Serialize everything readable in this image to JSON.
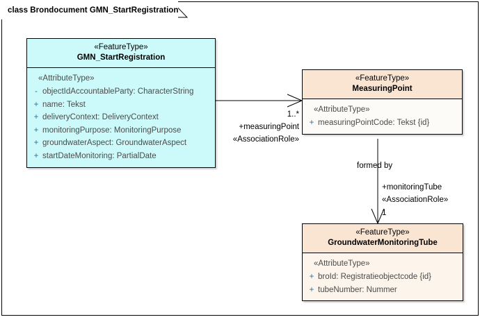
{
  "diagram": {
    "frame_title": "class Brondocument GMN_StartRegistration",
    "colors": {
      "cyan_fill": "#CCFAFA",
      "peach_header": "#FAE5D3",
      "peach_body": "#FDFBF7",
      "peach_body_alt": "#FDF5EC",
      "border": "#000000",
      "attribute_text": "#4A4A4A",
      "visibility_text": "#2F6F9F"
    },
    "classes": [
      {
        "id": "gmn-start-registration",
        "stereotype": "«FeatureType»",
        "name": "GMN_StartRegistration",
        "attribute_stereotype": "«AttributeType»",
        "attributes": [
          {
            "visibility": "-",
            "text": "objectIdAccountableParty: CharacterString"
          },
          {
            "visibility": "+",
            "text": "name: Tekst"
          },
          {
            "visibility": "+",
            "text": "deliveryContext: DeliveryContext"
          },
          {
            "visibility": "+",
            "text": "monitoringPurpose: MonitoringPurpose"
          },
          {
            "visibility": "+",
            "text": "groundwaterAspect: GroundwaterAspect"
          },
          {
            "visibility": "+",
            "text": "startDateMonitoring: PartialDate"
          }
        ]
      },
      {
        "id": "measuring-point",
        "stereotype": "«FeatureType»",
        "name": "MeasuringPoint",
        "attribute_stereotype": "«AttributeType»",
        "attributes": [
          {
            "visibility": "+",
            "text": "measuringPointCode: Tekst {id}"
          }
        ]
      },
      {
        "id": "groundwater-monitoring-tube",
        "stereotype": "«FeatureType»",
        "name": "GroundwaterMonitoringTube",
        "attribute_stereotype": "«AttributeType»",
        "attributes": [
          {
            "visibility": "+",
            "text": "broId: Registratieobjectcode {id}"
          },
          {
            "visibility": "+",
            "text": "tubeNumber: Nummer"
          }
        ]
      }
    ],
    "associations": [
      {
        "id": "gmn-to-measuringpoint",
        "multiplicity": "1..*",
        "role": "+measuringPoint",
        "stereotype": "«AssociationRole»"
      },
      {
        "id": "measuringpoint-to-tube",
        "name": "formed by",
        "multiplicity": "1",
        "role": "+monitoringTube",
        "stereotype": "«AssociationRole»"
      }
    ]
  }
}
